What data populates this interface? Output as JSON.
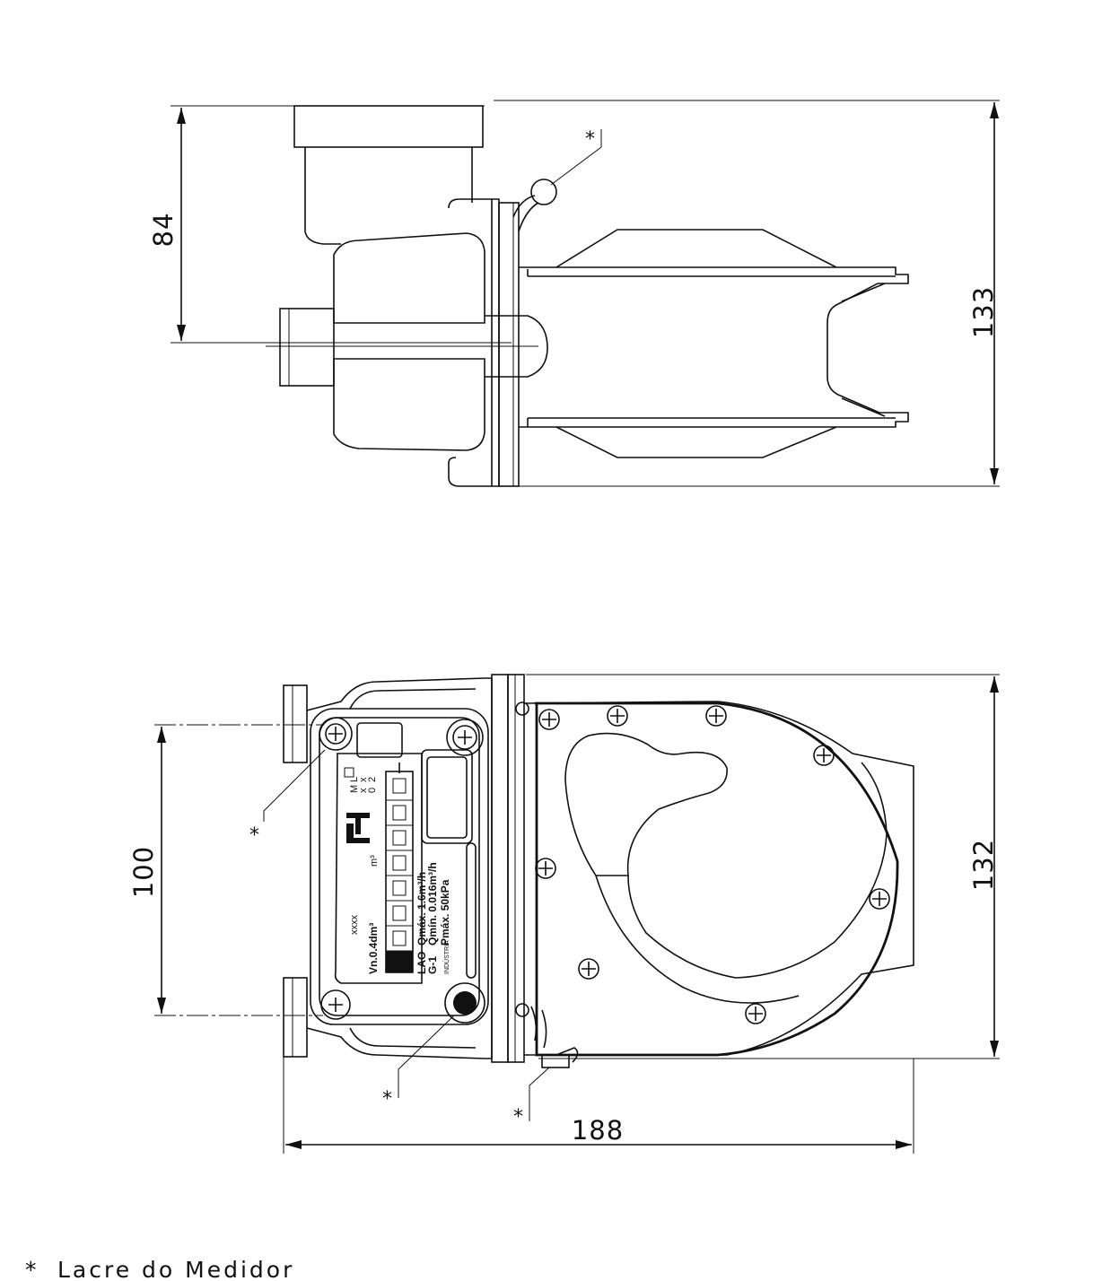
{
  "top_view": {
    "dim_height_partial": "84",
    "dim_height_total": "133",
    "seal_marker": "*"
  },
  "front_view": {
    "dim_height_partial": "100",
    "dim_height_total": "132",
    "dim_width_total": "188",
    "seal_markers": [
      "*",
      "*",
      "*"
    ],
    "nameplate": {
      "serial": "xxxx",
      "nominal_volume": "Vn.0.4dm³",
      "unit": "m³",
      "max_flow": "Qmáx. 1.6m³/h",
      "min_flow": "Qmín. 0.016m³/h",
      "max_pressure": "Pmáx. 50kPa",
      "model": "G-1",
      "brand": "LAO",
      "maker": "INDÚSTRIA",
      "class_marks": [
        "M",
        "x",
        "0",
        "L",
        "x",
        "2"
      ]
    }
  },
  "legend": {
    "symbol": "*",
    "text": "Lacre do Medidor"
  }
}
